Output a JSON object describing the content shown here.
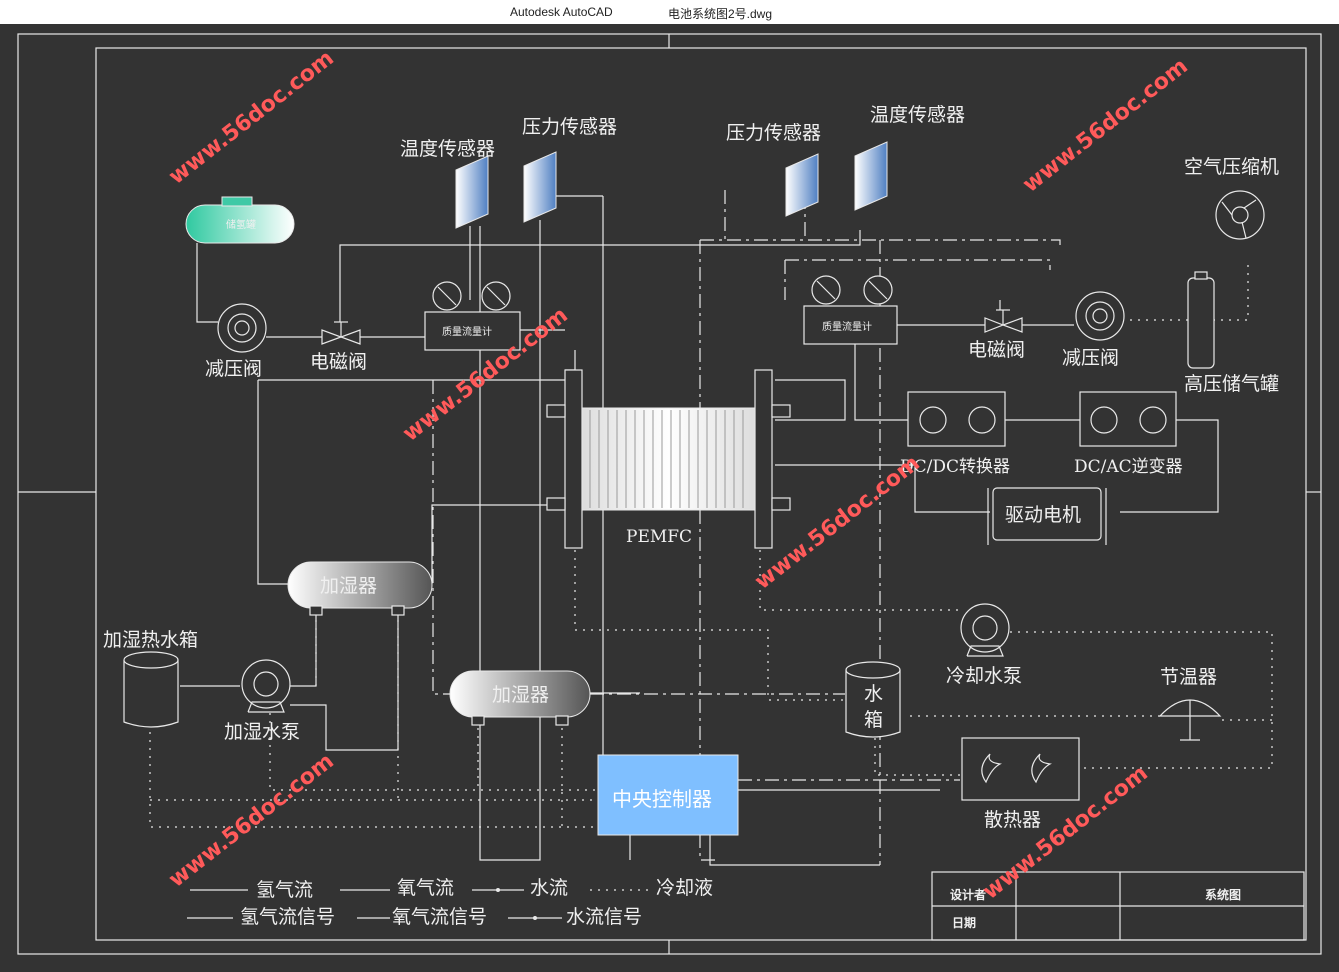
{
  "window": {
    "app_name": "Autodesk AutoCAD",
    "file_name": "电池系统图2号.dwg"
  },
  "labels": {
    "temp_sensor_left": "温度传感器",
    "pressure_sensor_left": "压力传感器",
    "pressure_sensor_right": "压力传感器",
    "temp_sensor_right": "温度传感器",
    "air_compressor": "空气压缩机",
    "hydrogen_tank": "储氢罐",
    "pressure_reducer_left": "减压阀",
    "solenoid_left": "电磁阀",
    "mass_flow_left": "质量流量计",
    "mass_flow_right": "质量流量计",
    "solenoid_right": "电磁阀",
    "pressure_reducer_right": "减压阀",
    "high_pressure_tank": "高压储气罐",
    "dcdc": "DC/DC转换器",
    "dcac": "DC/AC逆变器",
    "motor": "驱动电机",
    "pemfc": "PEMFC",
    "humidifier_1": "加湿器",
    "humidifier_2": "加湿器",
    "humid_water_tank": "加湿热水箱",
    "humid_pump": "加湿水泵",
    "cooling_pump": "冷却水泵",
    "thermostat": "节温器",
    "water_tank": "水箱",
    "controller": "中央控制器",
    "radiator": "散热器"
  },
  "legend": {
    "hydrogen_flow": "氢气流",
    "oxygen_flow": "氧气流",
    "water_flow": "水流",
    "coolant": "冷却液",
    "hydrogen_signal": "氢气流信号",
    "oxygen_signal": "氧气流信号",
    "water_signal": "水流信号"
  },
  "title_block": {
    "designer": "设计者",
    "date": "日期",
    "title": "系统图"
  },
  "watermark": "www.56doc.com",
  "colors": {
    "background": "#333333",
    "line": "#e8e8e8",
    "controller": "#7fbfff",
    "watermark": "#ff5a5a",
    "sensor": "#5b86c6",
    "tank": "#3fc9a6"
  }
}
